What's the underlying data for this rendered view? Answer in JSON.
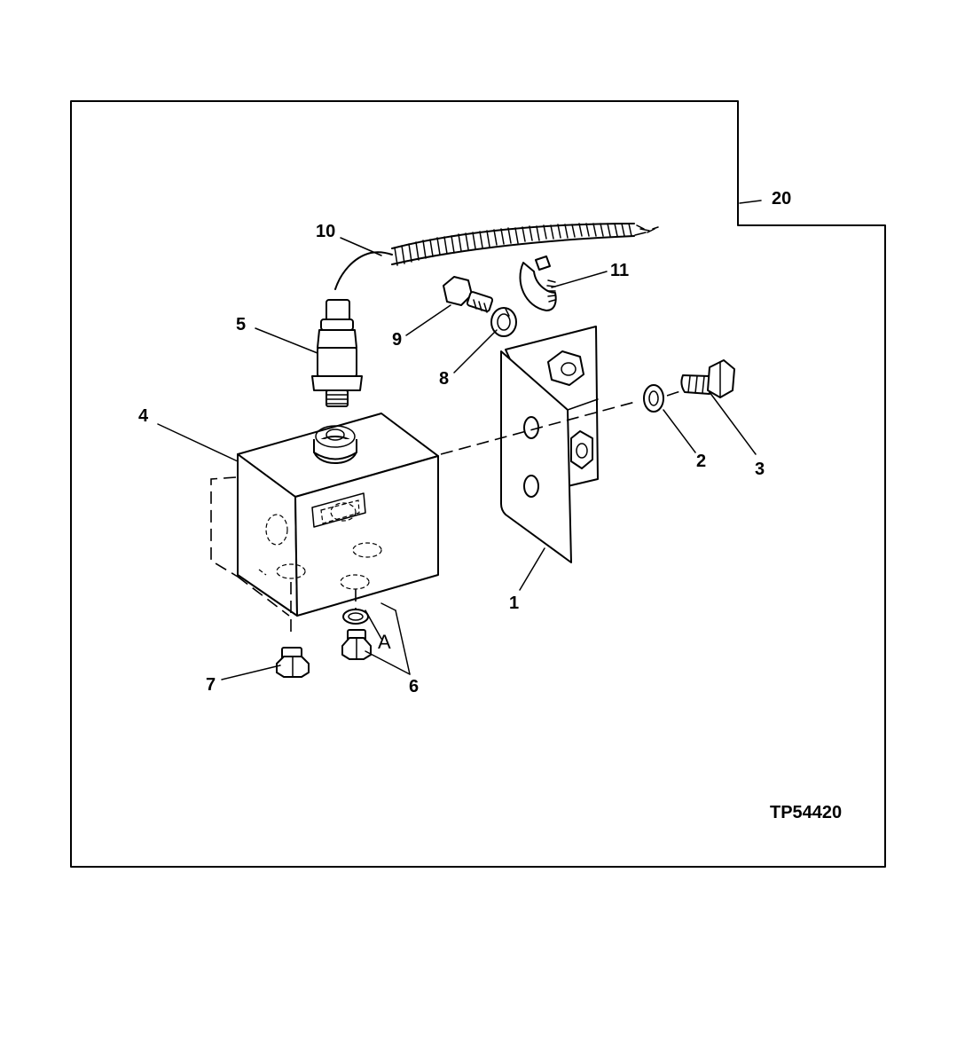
{
  "figure_id": "TP54420",
  "frame_callout": "20",
  "callouts": {
    "c1": "1",
    "c2": "2",
    "c3": "3",
    "c4": "4",
    "c5": "5",
    "c6": "6",
    "c7": "7",
    "c8": "8",
    "c9": "9",
    "c10": "10",
    "c11": "11"
  },
  "detail_letter": "A",
  "colors": {
    "ink": "#000000",
    "paper": "#ffffff"
  }
}
